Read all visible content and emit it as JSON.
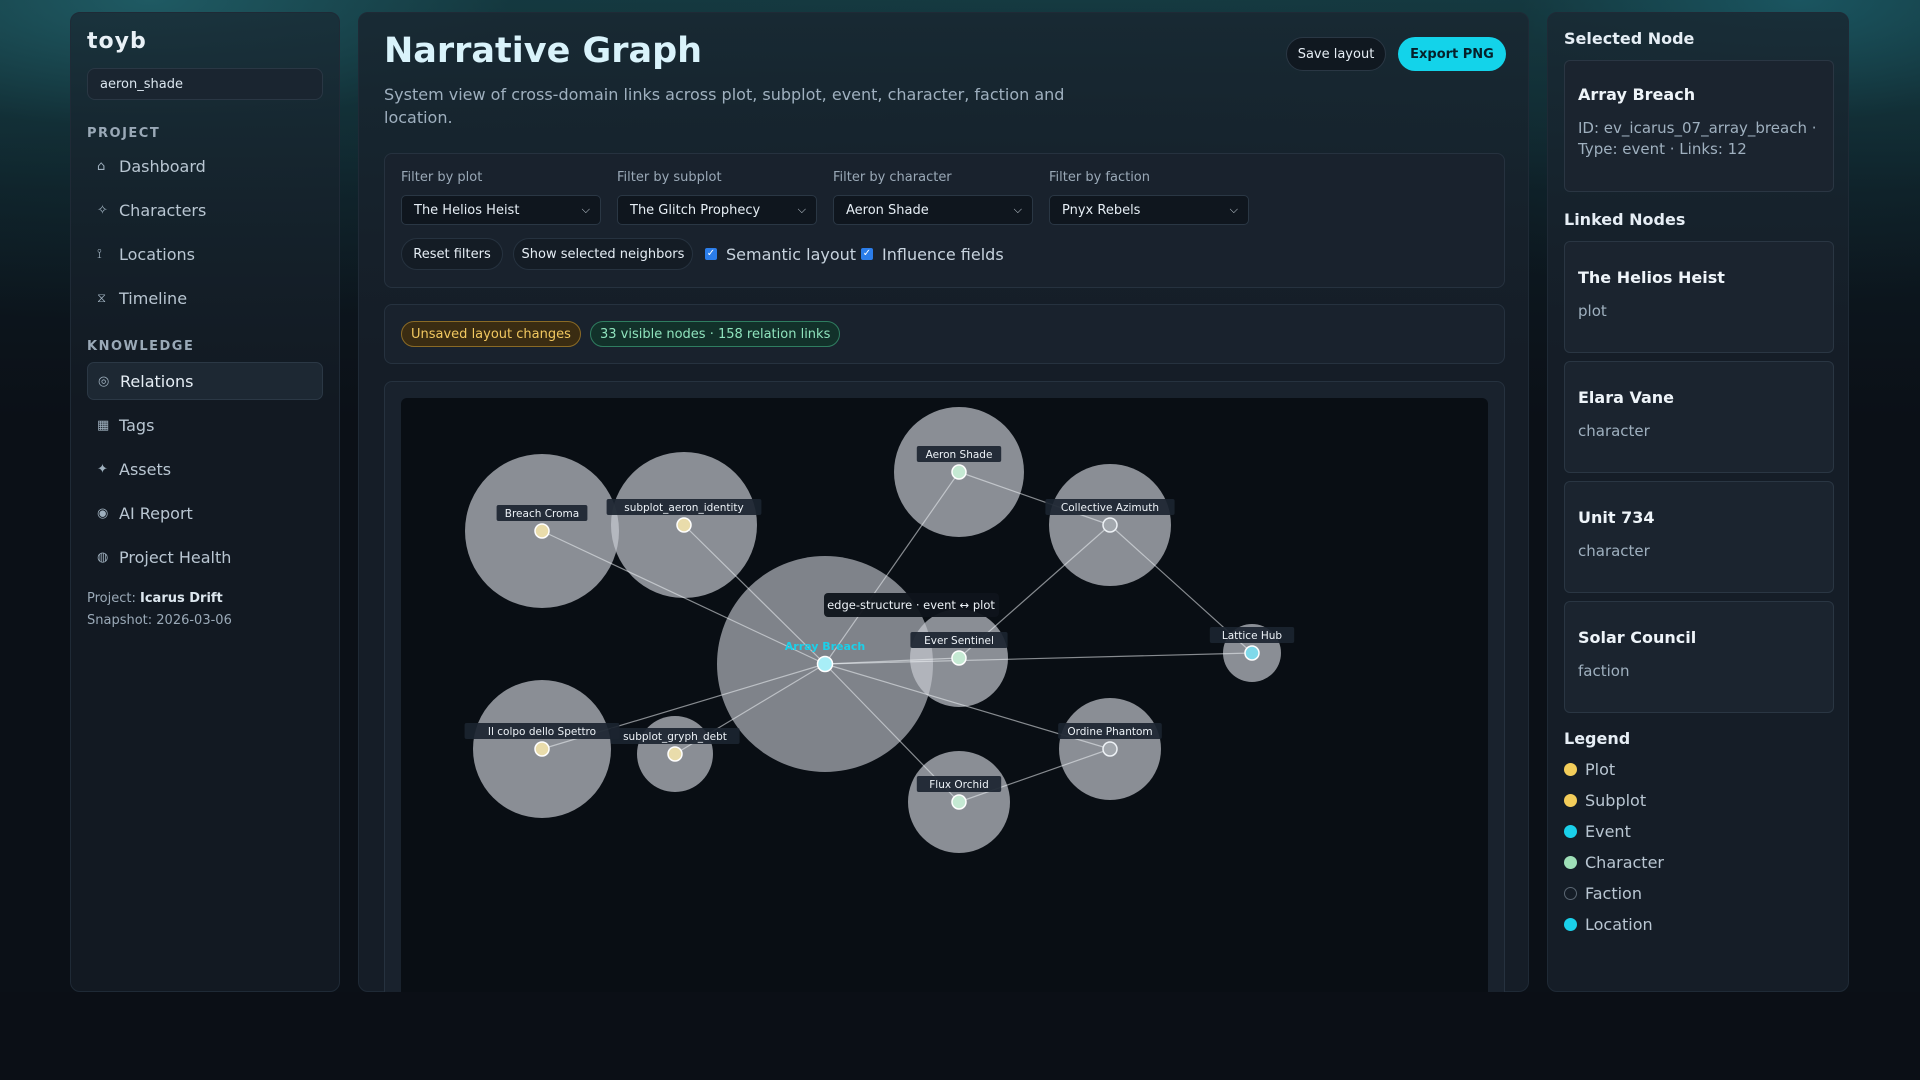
{
  "app": {
    "logo": "toyb"
  },
  "sidebar": {
    "search_value": "aeron_shade",
    "project_heading": "PROJECT",
    "knowledge_heading": "KNOWLEDGE",
    "project_items": [
      {
        "label": "Dashboard",
        "icon": "⌂"
      },
      {
        "label": "Characters",
        "icon": "✧"
      },
      {
        "label": "Locations",
        "icon": "⟟"
      },
      {
        "label": "Timeline",
        "icon": "⧖"
      }
    ],
    "knowledge_items": [
      {
        "label": "Relations",
        "icon": "◎"
      },
      {
        "label": "Tags",
        "icon": "▦"
      },
      {
        "label": "Assets",
        "icon": "✦"
      },
      {
        "label": "AI Report",
        "icon": "◉"
      },
      {
        "label": "Project Health",
        "icon": "◍"
      }
    ],
    "project_label": "Project:",
    "project_name": "Icarus Drift",
    "snapshot": "Snapshot: 2026-03-06"
  },
  "main": {
    "title": "Narrative Graph",
    "subtitle": "System view of cross-domain links across plot, subplot, event, character, faction and location.",
    "save_label": "Save layout",
    "export_label": "Export PNG",
    "filters": [
      {
        "label": "Filter by plot",
        "value": "The Helios Heist"
      },
      {
        "label": "Filter by subplot",
        "value": "The Glitch Prophecy"
      },
      {
        "label": "Filter by character",
        "value": "Aeron Shade"
      },
      {
        "label": "Filter by faction",
        "value": "Pnyx Rebels"
      }
    ],
    "reset_label": "Reset filters",
    "neighbors_label": "Show selected neighbors",
    "semantic_label": "Semantic layout",
    "semantic_checked": true,
    "influence_label": "Influence fields",
    "influence_checked": true,
    "badge_unsaved": "Unsaved layout changes",
    "badge_counts": "33 visible nodes · 158 relation links"
  },
  "graph": {
    "tooltip": "edge-structure · event ↔ plot",
    "nodes": [
      {
        "id": "array_breach",
        "label": "Array Breach",
        "type": "event",
        "selected": true
      },
      {
        "id": "breach_croma",
        "label": "Breach Croma",
        "type": "plot"
      },
      {
        "id": "subplot_aeron_identity",
        "label": "subplot_aeron_identity",
        "type": "subplot"
      },
      {
        "id": "aeron_shade",
        "label": "Aeron Shade",
        "type": "character"
      },
      {
        "id": "collective_azimuth",
        "label": "Collective Azimuth",
        "type": "faction"
      },
      {
        "id": "ever_sentinel",
        "label": "Ever Sentinel",
        "type": "character"
      },
      {
        "id": "lattice_hub",
        "label": "Lattice Hub",
        "type": "location"
      },
      {
        "id": "il_colpo",
        "label": "Il colpo dello Spettro",
        "type": "plot"
      },
      {
        "id": "subplot_gryph_debt",
        "label": "subplot_gryph_debt",
        "type": "subplot"
      },
      {
        "id": "ordine_phantom",
        "label": "Ordine Phantom",
        "type": "faction"
      },
      {
        "id": "flux_orchid",
        "label": "Flux Orchid",
        "type": "character"
      }
    ],
    "edges": [
      [
        "array_breach",
        "breach_croma"
      ],
      [
        "array_breach",
        "subplot_aeron_identity"
      ],
      [
        "array_breach",
        "aeron_shade"
      ],
      [
        "array_breach",
        "ever_sentinel"
      ],
      [
        "array_breach",
        "lattice_hub"
      ],
      [
        "array_breach",
        "il_colpo"
      ],
      [
        "array_breach",
        "subplot_gryph_debt"
      ],
      [
        "array_breach",
        "ordine_phantom"
      ],
      [
        "array_breach",
        "flux_orchid"
      ],
      [
        "aeron_shade",
        "collective_azimuth"
      ],
      [
        "collective_azimuth",
        "ever_sentinel"
      ],
      [
        "collective_azimuth",
        "lattice_hub"
      ],
      [
        "flux_orchid",
        "ordine_phantom"
      ]
    ]
  },
  "right": {
    "selected_heading": "Selected Node",
    "selected_title": "Array Breach",
    "selected_meta": "ID: ev_icarus_07_array_breach · Type: event · Links: 12",
    "linked_heading": "Linked Nodes",
    "linked": [
      {
        "title": "The Helios Heist",
        "type": "plot"
      },
      {
        "title": "Elara Vane",
        "type": "character"
      },
      {
        "title": "Unit 734",
        "type": "character"
      },
      {
        "title": "Solar Council",
        "type": "faction"
      }
    ],
    "legend_heading": "Legend",
    "legend": [
      {
        "label": "Plot",
        "color": "#f3cd5a"
      },
      {
        "label": "Subplot",
        "color": "#f3cd5a"
      },
      {
        "label": "Event",
        "color": "#1ad0ea"
      },
      {
        "label": "Character",
        "color": "#9fe0b8"
      },
      {
        "label": "Faction",
        "color": "transparent"
      },
      {
        "label": "Location",
        "color": "#1ad0ea"
      }
    ]
  },
  "colors": {
    "accent": "#13d3ea",
    "plot": "#e9dcab",
    "subplot": "#e9dcab",
    "event": "#a8e6ef",
    "character": "#c5e9d3",
    "faction": "#9ea3aa",
    "location": "#7fd9ea"
  }
}
